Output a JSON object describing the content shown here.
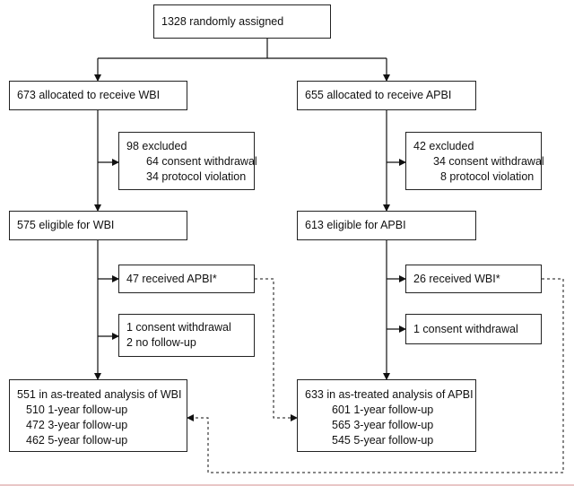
{
  "top": {
    "text": "1328 randomly assigned"
  },
  "left": {
    "allocated": "673 allocated to receive WBI",
    "excluded": {
      "title": "98 excluded",
      "lines": [
        "64 consent withdrawal",
        "34 protocol violation"
      ]
    },
    "eligible": "575 eligible for WBI",
    "crossover": "47 received APBI*",
    "lost": [
      "1 consent withdrawal",
      "2 no follow-up"
    ],
    "analysis": {
      "title": "551 in as-treated analysis of WBI",
      "lines": [
        "510 1-year follow-up",
        "472 3-year follow-up",
        "462 5-year follow-up"
      ]
    }
  },
  "right": {
    "allocated": "655 allocated to receive APBI",
    "excluded": {
      "title": "42 excluded",
      "lines": [
        "34 consent withdrawal",
        "8 protocol violation"
      ]
    },
    "eligible": "613 eligible for APBI",
    "crossover": "26 received WBI*",
    "lost": [
      "1 consent withdrawal"
    ],
    "analysis": {
      "title": "633 in as-treated analysis of APBI",
      "lines": [
        "601 1-year follow-up",
        "565 3-year follow-up",
        "545 5-year follow-up"
      ]
    }
  }
}
